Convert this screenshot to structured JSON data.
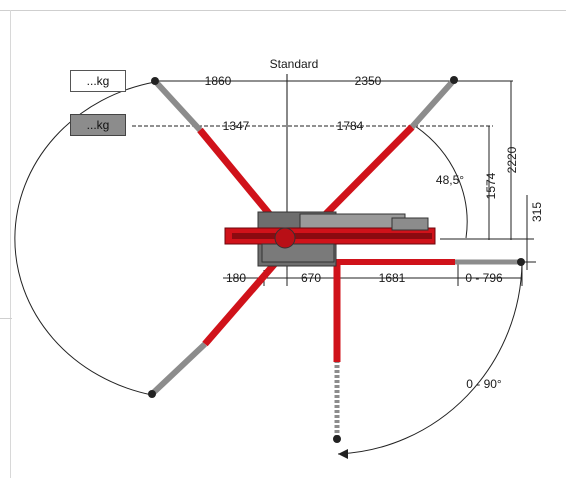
{
  "title": "Standard",
  "weight_labels": {
    "outer": "...kg",
    "inner": "...kg"
  },
  "dimensions": {
    "top_left": "1860",
    "top_right": "2350",
    "mid_left": "1347",
    "mid_right": "1784",
    "height_outer": "2220",
    "height_inner": "1574",
    "offset": "315",
    "bottom_left": "180",
    "bottom_mid": "670",
    "bottom_right": "1681",
    "extension": "0 - 796"
  },
  "angles": {
    "boom": "48,5°",
    "swing": "0 - 90°"
  },
  "colors": {
    "boom_red": "#d0121a",
    "dark_red": "#8b0a10",
    "chassis_gray": "#8c8c8c"
  }
}
